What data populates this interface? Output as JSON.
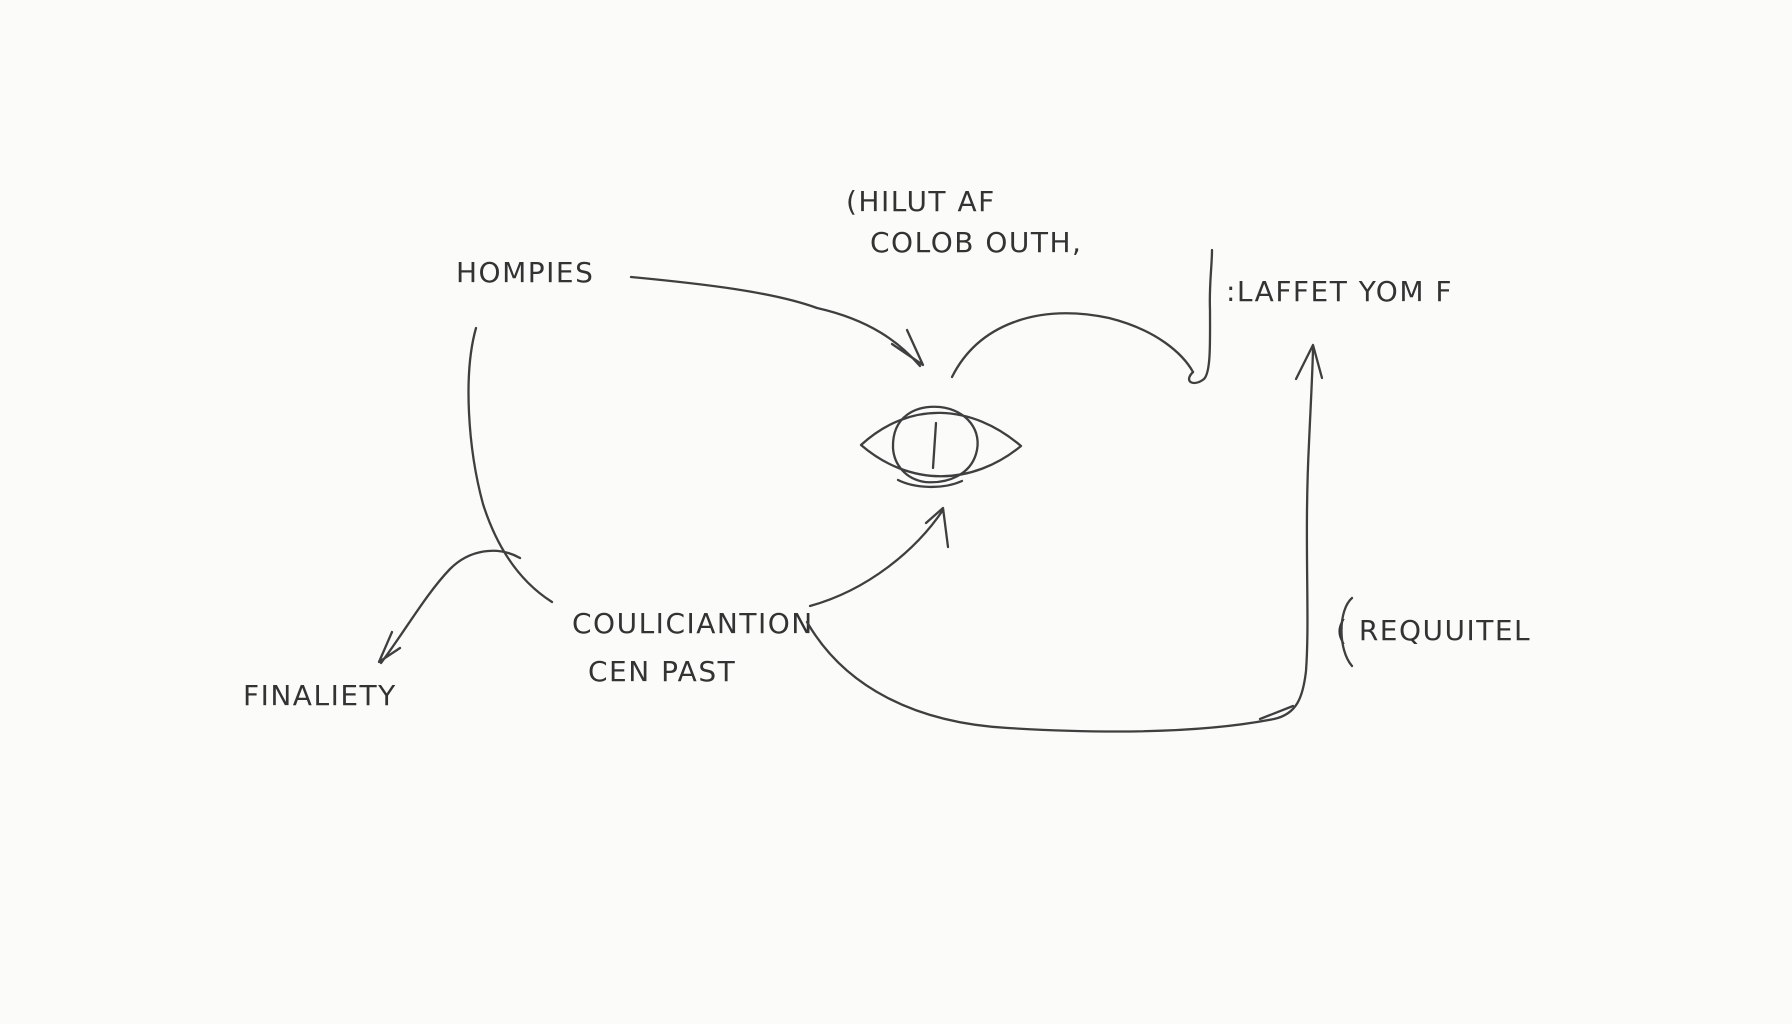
{
  "diagram": {
    "center_icon": "eye-icon",
    "labels": {
      "top_line1": "(HILUT AF",
      "top_line2": "COLOB OUTH,",
      "left_top": "HOMPIES",
      "right_top": ":LAFFET YOM F",
      "center_line1": "COULICIANTION",
      "center_line2": "CEN PAST",
      "bottom_left": "FINALIETY",
      "right": "( REQUUITEL"
    }
  }
}
